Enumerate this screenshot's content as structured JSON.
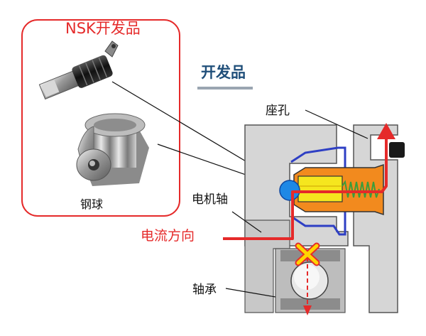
{
  "labels": {
    "nsk_product": "NSK开发品",
    "developed_product": "开发品",
    "steel_ball": "钢球",
    "housing_bore": "座孔",
    "motor_shaft": "电机轴",
    "current_direction": "电流方向",
    "bearing": "轴承"
  },
  "colors": {
    "current_red": "#e52a2a",
    "seal_blue": "#2e3fc4",
    "shaft_gray": "#c8c8c8",
    "housing_gray": "#cfcfcf",
    "holder_orange": "#f28a1e",
    "brush_yellow": "#f5e61e",
    "spring_green": "#3b9c3b",
    "ball_blue": "#1e88e5",
    "title_navy": "#1f4e79",
    "cross_yellow": "#ffd400"
  },
  "icons": [
    "brush-sensor-photo",
    "ball-contact-photo",
    "blocked-path-cross-icon",
    "current-arrow-icon"
  ]
}
